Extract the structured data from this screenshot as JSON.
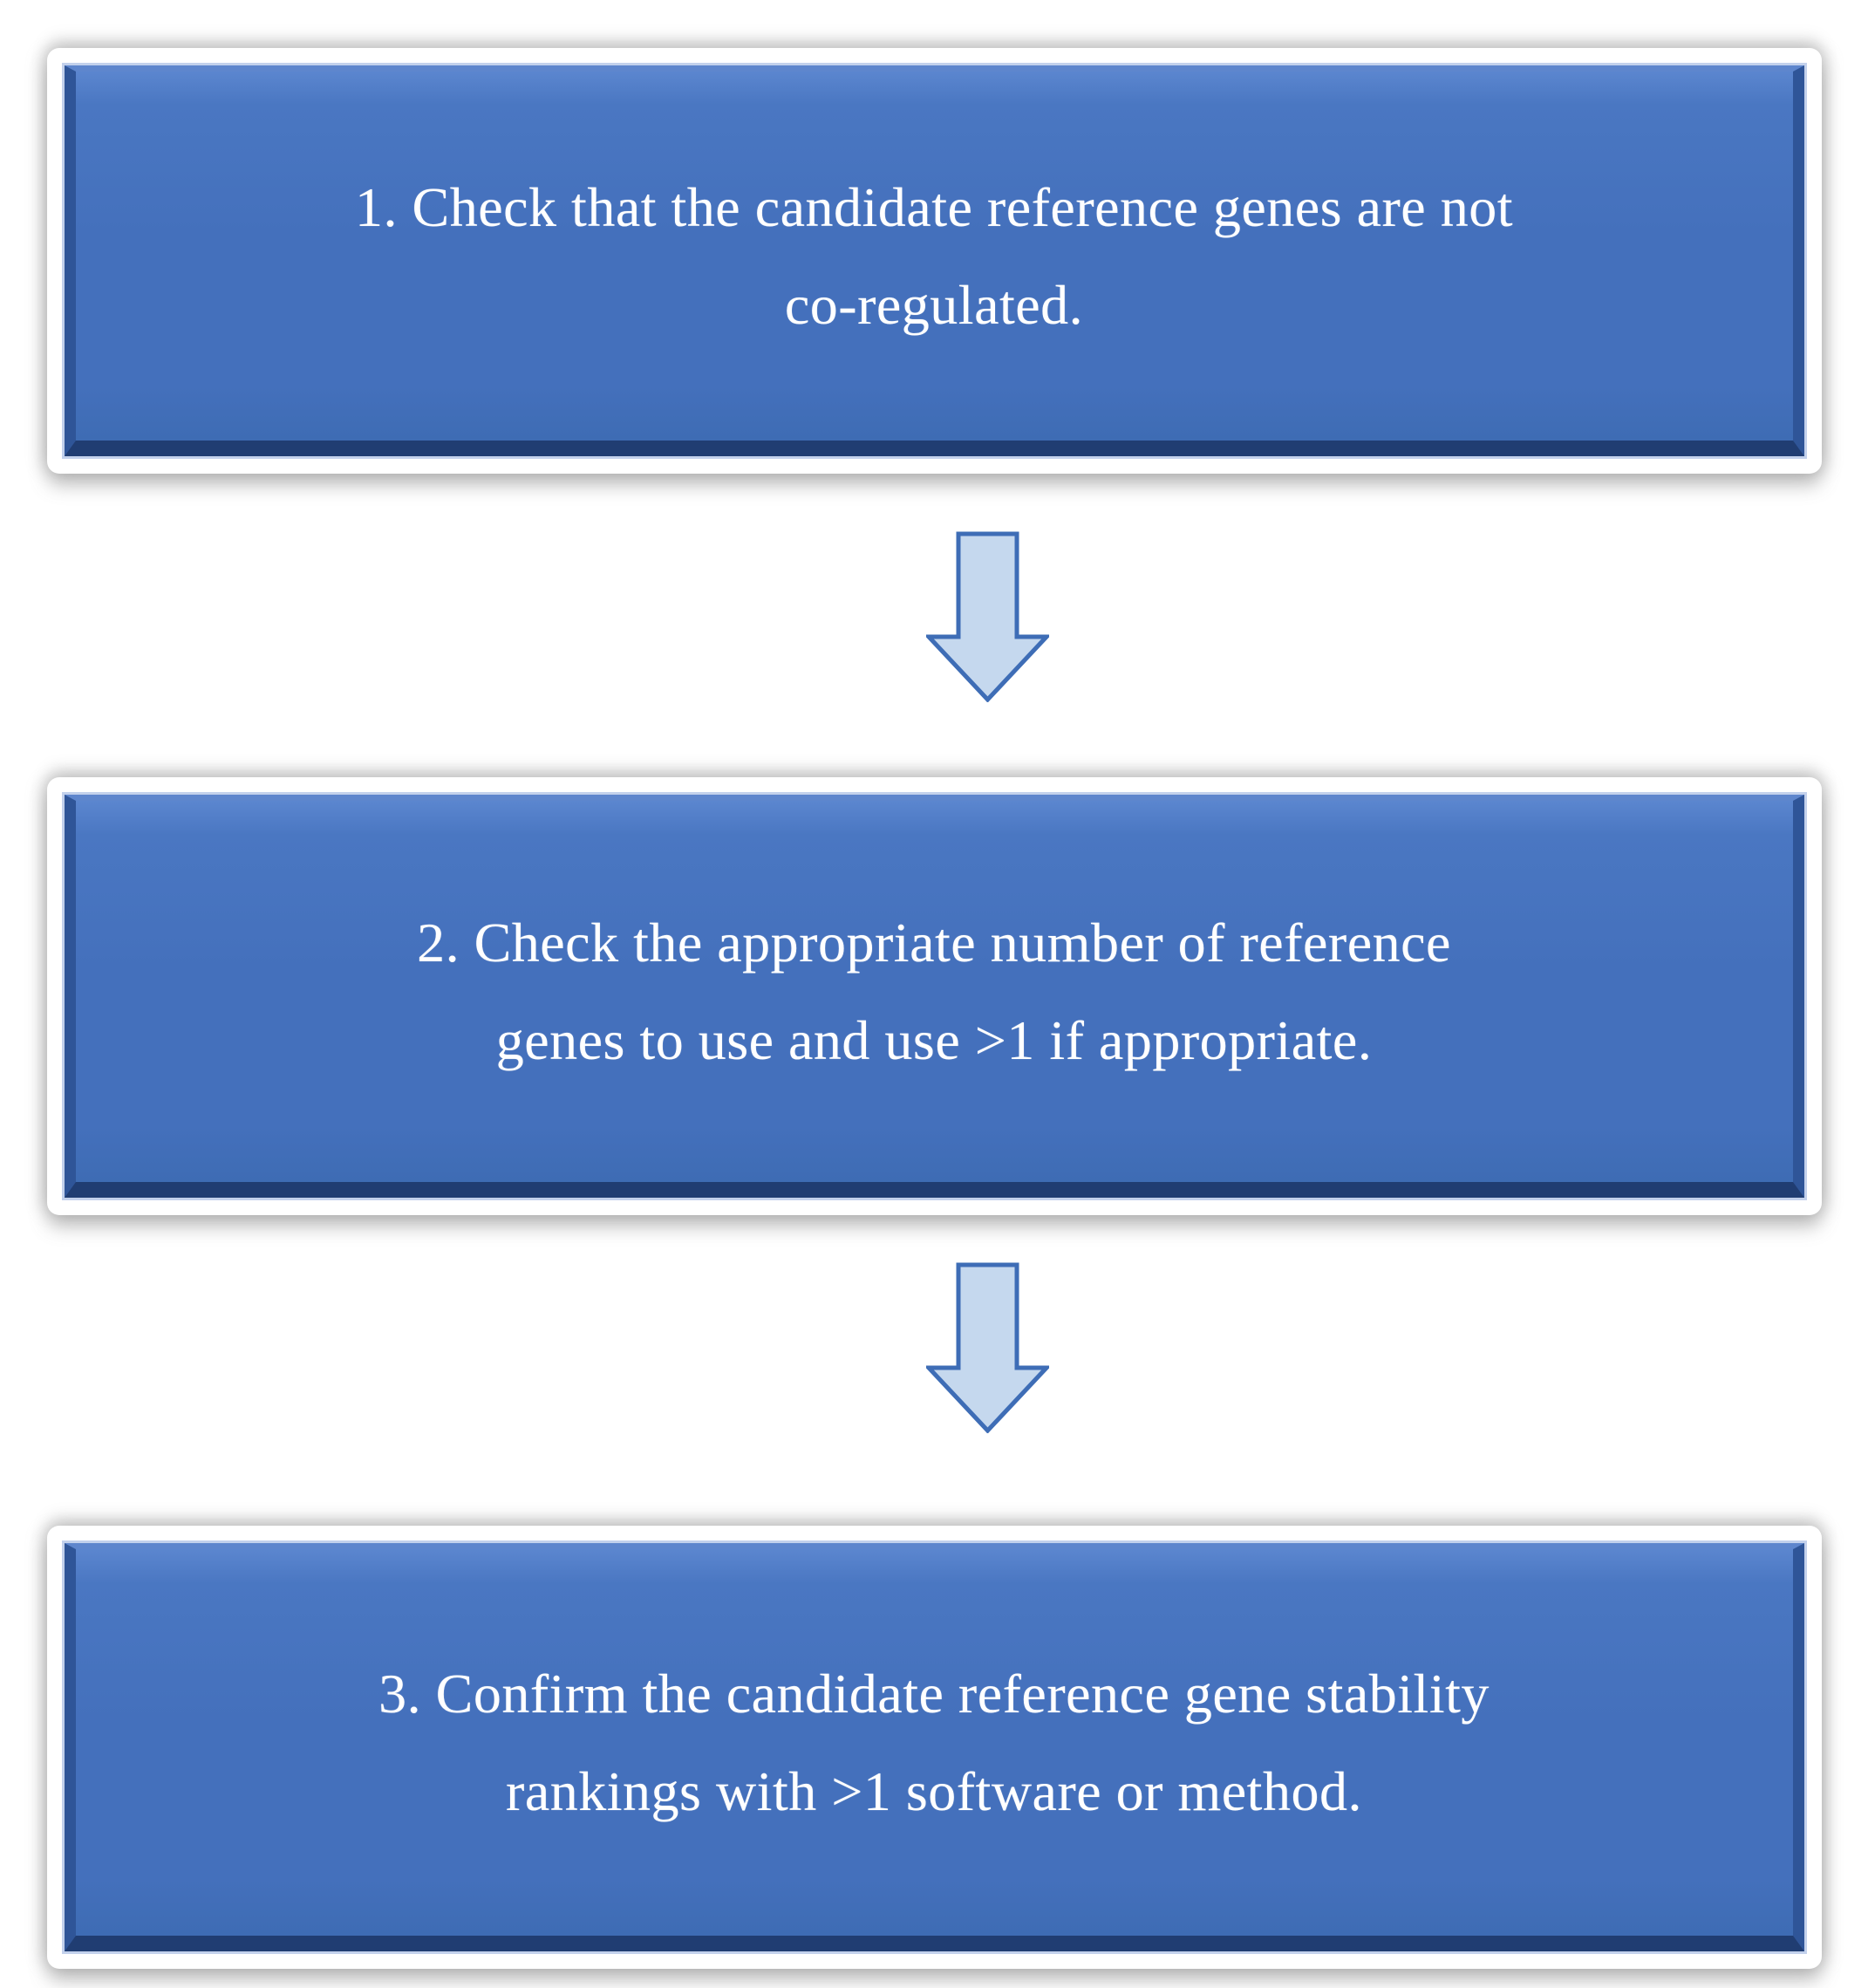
{
  "diagram": {
    "type": "flowchart",
    "description": "Three-step vertical process flow connected by downward arrows",
    "steps": [
      {
        "text": "1. Check that the candidate reference genes are not co-regulated.",
        "lines": [
          "1. Check that the candidate reference genes are not",
          "co-regulated."
        ]
      },
      {
        "text": "2. Check the appropriate number of reference genes to use and use >1 if appropriate.",
        "lines": [
          "2. Check the appropriate number of reference",
          "genes to use and use >1 if appropriate."
        ]
      },
      {
        "text": "3. Confirm the candidate reference gene stability rankings with >1 software or method.",
        "lines": [
          "3. Confirm the candidate reference gene stability",
          "rankings with >1 software or method."
        ]
      }
    ],
    "connectors": [
      {
        "icon": "down-arrow-icon"
      },
      {
        "icon": "down-arrow-icon"
      }
    ],
    "colors": {
      "box_fill": "#4470bc",
      "box_bevel_top": "#5e86cd",
      "box_bevel_side": "#2f5598",
      "box_bevel_bottom": "#203d72",
      "inner_outline": "#c3d1ec",
      "frame": "#ffffff",
      "arrow_fill": "#c5d8ee",
      "arrow_border": "#3e6db6",
      "text": "#ffffff"
    }
  }
}
